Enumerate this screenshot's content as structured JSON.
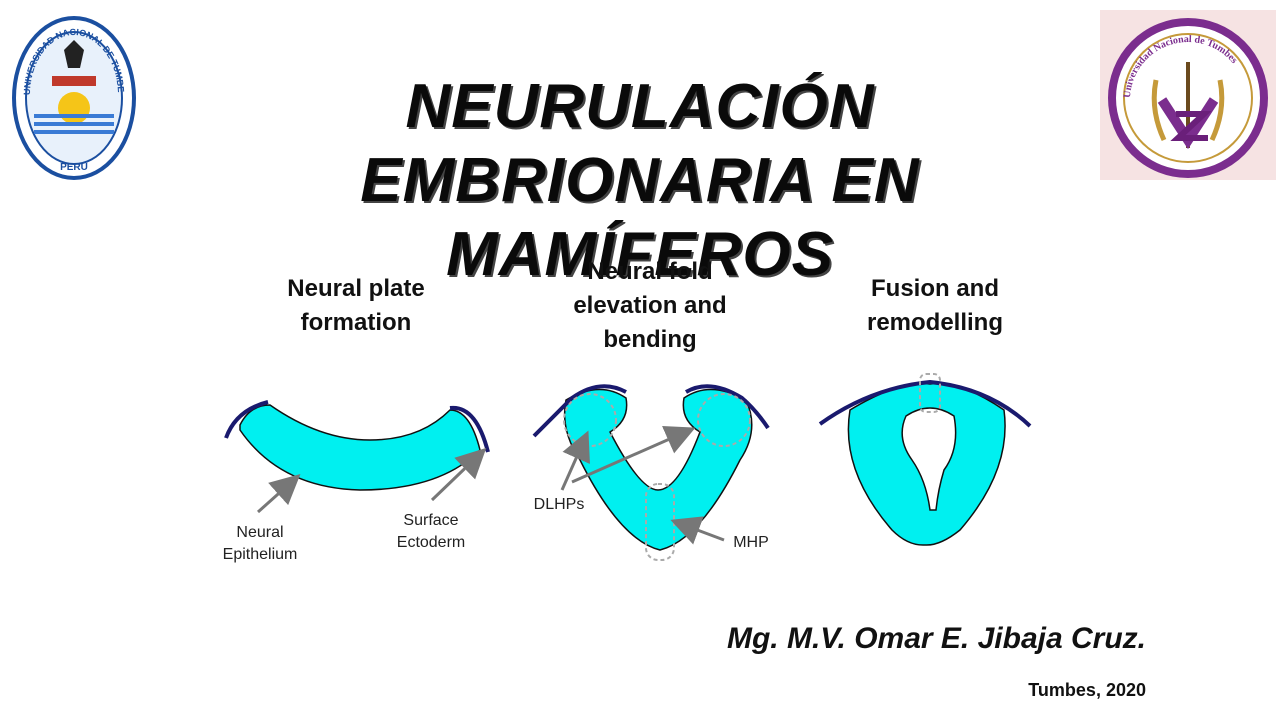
{
  "slide": {
    "title_line1": "NEURULACIÓN EMBRIONARIA EN",
    "title_line2": "MAMÍFEROS",
    "author": "Mg. M.V. Omar E. Jibaja Cruz.",
    "place_date": "Tumbes, 2020"
  },
  "logos": {
    "left": {
      "ring_text_top": "UNIVERSIDAD NACIONAL DE TUMBES",
      "ring_text_bottom": "PERU"
    },
    "right": {
      "ring_text": "Universidad Nacional de Tumbes"
    }
  },
  "stages": [
    {
      "title_line1": "Neural plate",
      "title_line2": "formation"
    },
    {
      "title_line1": "Neural fold",
      "title_line2": "elevation and",
      "title_line3": "bending"
    },
    {
      "title_line1": "Fusion and",
      "title_line2": "remodelling"
    }
  ],
  "labels": {
    "neural_epithelium_1": "Neural",
    "neural_epithelium_2": "Epithelium",
    "surface_ectoderm_1": "Surface",
    "surface_ectoderm_2": "Ectoderm",
    "dlhps": "DLHPs",
    "mhp": "MHP"
  },
  "colors": {
    "neural_tissue": "#00f0f0",
    "ectoderm": "#1a1a6e",
    "arrow": "#777777",
    "hinge_outline": "#aaaaaa"
  }
}
